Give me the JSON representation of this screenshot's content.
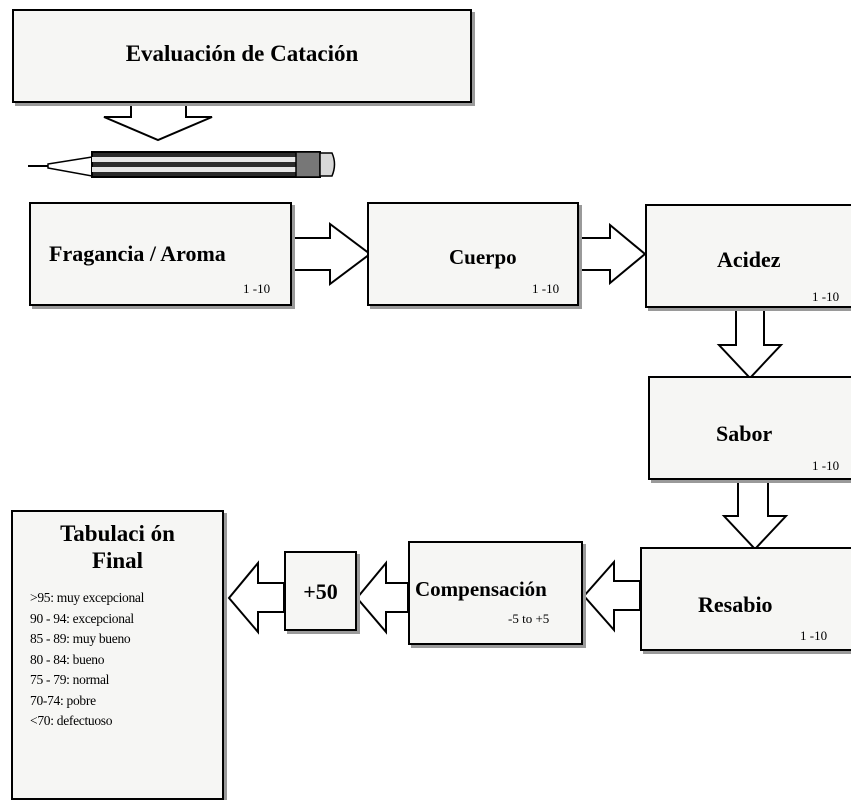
{
  "header": {
    "title": "Evaluación de Catación"
  },
  "nodes": {
    "fragrance": {
      "label": "Fragancia / Aroma",
      "range": "1 -10"
    },
    "body": {
      "label": "Cuerpo",
      "range": "1 -10"
    },
    "acidity": {
      "label": "Acidez",
      "range": "1 -10"
    },
    "flavor": {
      "label": "Sabor",
      "range": "1 -10"
    },
    "aftertaste": {
      "label": "Resabio",
      "range": "1 -10"
    },
    "compensation": {
      "label": "Compensación",
      "range": "-5 to +5"
    },
    "plus": {
      "label": "+50"
    }
  },
  "final": {
    "title_line1": "Tabulaci ón",
    "title_line2": "Final",
    "scale": [
      ">95: muy excepcional",
      "90 - 94: excepcional",
      "85 - 89: muy bueno",
      "80 - 84: bueno",
      "75 - 79: normal",
      "70-74: pobre",
      "<70: defectuoso"
    ]
  },
  "icons": [
    "pencil-icon"
  ],
  "colors": {
    "box_fill": "#f6f6f4",
    "stroke": "#000000",
    "shadow": "#9a9a9a",
    "pencil_band": "#2b2b2b"
  }
}
